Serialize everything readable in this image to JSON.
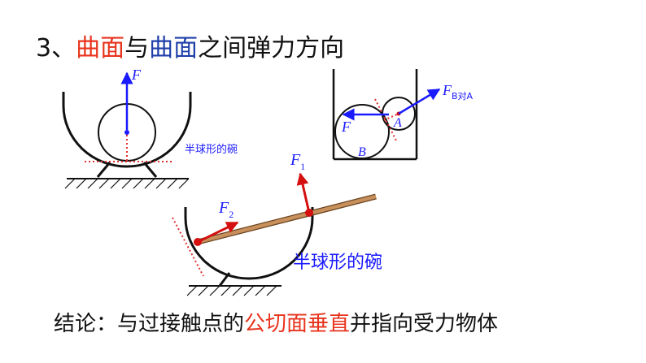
{
  "title": {
    "prefix": "3、",
    "part1": "曲面",
    "mid": "与",
    "part2": "曲面",
    "suffix": "之间弹力方向"
  },
  "diagram_bowl": {
    "force_label": "F",
    "caption": "半球形的碗"
  },
  "diagram_box": {
    "force_right_label": "F",
    "force_right_sub": "B对A",
    "force_left_label": "F",
    "ball_a_label": "A",
    "ball_b_label": "B"
  },
  "diagram_rod": {
    "f1_label": "F",
    "f1_sub": "1",
    "f2_label": "F",
    "f2_sub": "2",
    "caption": "半球形的碗"
  },
  "conclusion": {
    "prefix": "结论：与过接触点的",
    "highlight": "公切面垂直",
    "suffix": "并指向受力物体"
  },
  "colors": {
    "force_blue": "#1a1aff",
    "force_red": "#d41010",
    "tangent_red": "#e03030",
    "rod": "#c8905c",
    "title_red": "#e8331c",
    "title_blue": "#1f3fa8"
  }
}
